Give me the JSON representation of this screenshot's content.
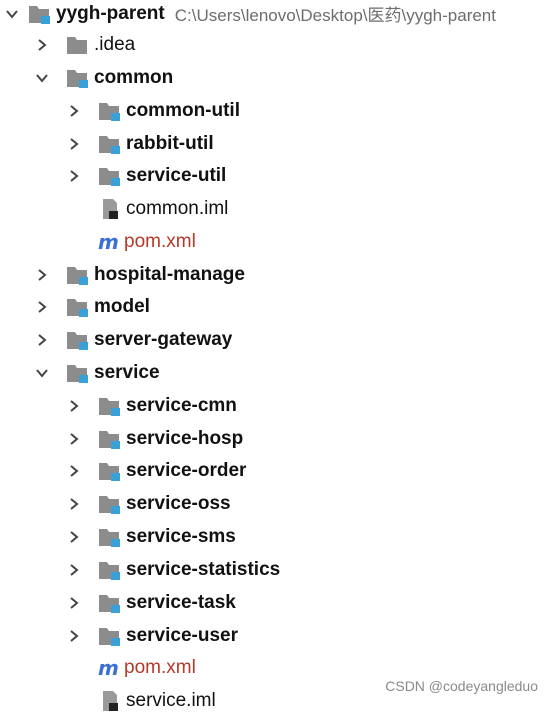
{
  "project": {
    "name": "yygh-parent",
    "path": "C:\\Users\\lenovo\\Desktop\\医药\\yygh-parent"
  },
  "items": [
    {
      "label": ".idea",
      "kind": "folder",
      "expanded": false,
      "bold": false
    },
    {
      "label": "common",
      "kind": "module",
      "expanded": true,
      "bold": true
    },
    {
      "label": "common-util",
      "kind": "module",
      "expanded": false,
      "bold": true
    },
    {
      "label": "rabbit-util",
      "kind": "module",
      "expanded": false,
      "bold": true
    },
    {
      "label": "service-util",
      "kind": "module",
      "expanded": false,
      "bold": true
    },
    {
      "label": "common.iml",
      "kind": "iml-file"
    },
    {
      "label": "pom.xml",
      "kind": "maven-file"
    },
    {
      "label": "hospital-manage",
      "kind": "module",
      "expanded": false,
      "bold": true
    },
    {
      "label": "model",
      "kind": "module",
      "expanded": false,
      "bold": true
    },
    {
      "label": "server-gateway",
      "kind": "module",
      "expanded": false,
      "bold": true
    },
    {
      "label": "service",
      "kind": "module",
      "expanded": true,
      "bold": true
    },
    {
      "label": "service-cmn",
      "kind": "module",
      "expanded": false,
      "bold": true
    },
    {
      "label": "service-hosp",
      "kind": "module",
      "expanded": false,
      "bold": true
    },
    {
      "label": "service-order",
      "kind": "module",
      "expanded": false,
      "bold": true
    },
    {
      "label": "service-oss",
      "kind": "module",
      "expanded": false,
      "bold": true
    },
    {
      "label": "service-sms",
      "kind": "module",
      "expanded": false,
      "bold": true
    },
    {
      "label": "service-statistics",
      "kind": "module",
      "expanded": false,
      "bold": true
    },
    {
      "label": "service-task",
      "kind": "module",
      "expanded": false,
      "bold": true
    },
    {
      "label": "service-user",
      "kind": "module",
      "expanded": false,
      "bold": true
    },
    {
      "label": "pom.xml",
      "kind": "maven-file"
    },
    {
      "label": "service.iml",
      "kind": "iml-file"
    }
  ],
  "maven_icon_glyph": "m",
  "watermark": "CSDN @codeyangleduo",
  "colors": {
    "folder": "#8c8c8c",
    "module_marker": "#3aa0d8",
    "maven_icon": "#3d6fd8",
    "pom_label": "#b33a2a"
  }
}
